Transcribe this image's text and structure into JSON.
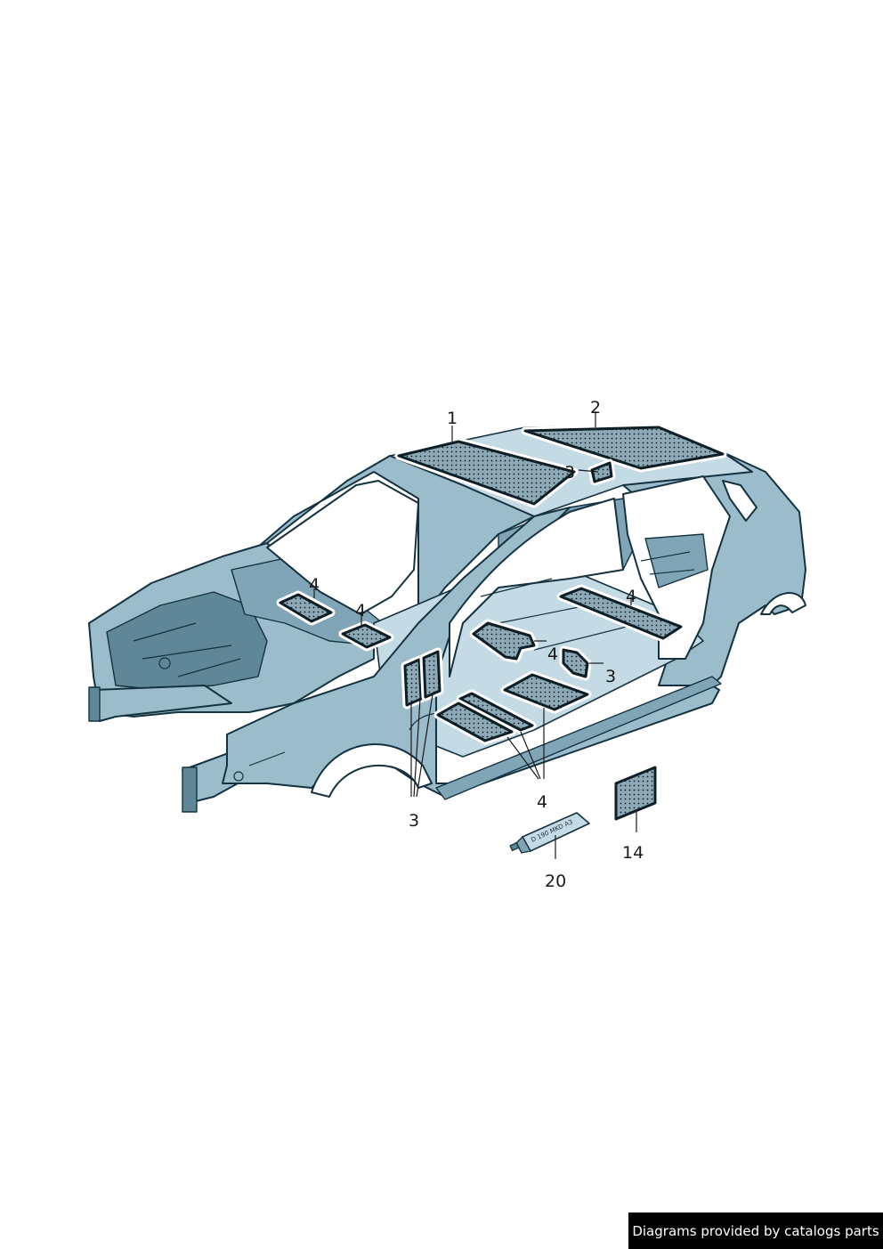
{
  "callouts": [
    {
      "id": "c1",
      "label": "1"
    },
    {
      "id": "c2",
      "label": "2"
    },
    {
      "id": "c3a",
      "label": "3"
    },
    {
      "id": "c3b",
      "label": "3"
    },
    {
      "id": "c3c",
      "label": "3"
    },
    {
      "id": "c4a",
      "label": "4"
    },
    {
      "id": "c4b",
      "label": "4"
    },
    {
      "id": "c4c",
      "label": "4"
    },
    {
      "id": "c4d",
      "label": "4"
    },
    {
      "id": "c4e",
      "label": "4"
    },
    {
      "id": "c14",
      "label": "14"
    },
    {
      "id": "c20",
      "label": "20"
    }
  ],
  "tube_label": "D 190 MKD A3",
  "footer": {
    "text": "Diagrams provided by catalogs parts"
  },
  "colors": {
    "body": "#9bbccb",
    "outline": "#14323f",
    "pad": "#8aa9b7"
  }
}
